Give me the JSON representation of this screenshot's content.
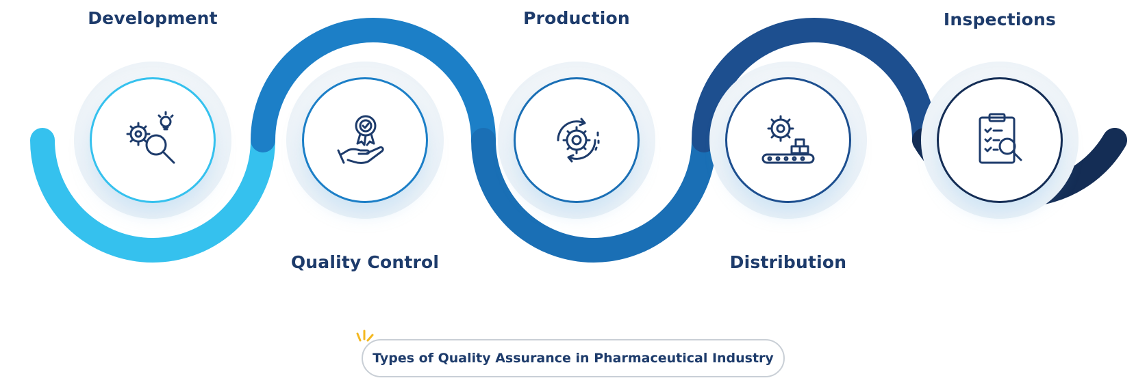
{
  "steps": [
    {
      "label": "Development",
      "icon": "gears-magnifier-bulb-icon",
      "ring_color": "#35c1ee"
    },
    {
      "label": "Quality Control",
      "icon": "hand-award-badge-icon",
      "ring_color": "#1c7fc7"
    },
    {
      "label": "Production",
      "icon": "gear-cycle-arrows-icon",
      "ring_color": "#1a6fb5"
    },
    {
      "label": "Distribution",
      "icon": "gear-conveyor-boxes-icon",
      "ring_color": "#1d4f8f"
    },
    {
      "label": "Inspections",
      "icon": "clipboard-magnifier-icon",
      "ring_color": "#142d55"
    }
  ],
  "footer": {
    "title": "Types of Quality Assurance in Pharmaceutical Industry"
  },
  "colors": {
    "wave_1": "#35c1ee",
    "wave_2": "#1c7fc7",
    "wave_3": "#1a6fb5",
    "wave_4": "#1d4f8f",
    "wave_5": "#142d55",
    "label_text": "#1d3b6b",
    "icon_stroke": "#1d3b6b",
    "sparkle": "#f4b820"
  }
}
